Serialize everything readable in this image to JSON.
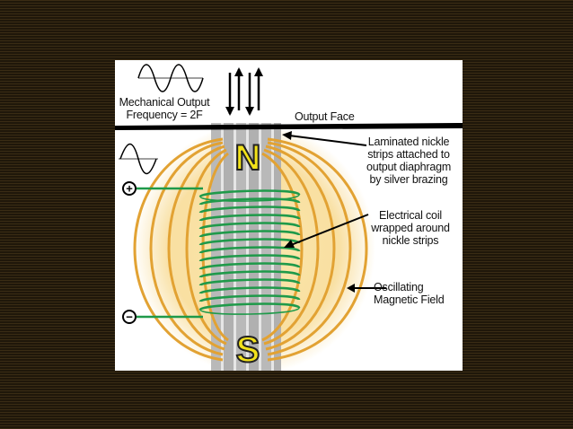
{
  "labels": {
    "mechanical_output": "Mechanical Output\nFrequency = 2F",
    "output_face": "Output Face",
    "laminated": "Laminated nickle\nstrips attached to\noutput diaphragm\nby silver brazing",
    "coil": "Electrical coil\nwrapped around\nnickle strips",
    "field": "Oscillating\nMagnetic Field"
  },
  "poles": {
    "north": "N",
    "south": "S"
  },
  "terminals": {
    "positive": "+",
    "negative": "−"
  },
  "colors": {
    "field_line": "#e0a030",
    "field_glow": "#f5d070",
    "coil": "#1f9a4a",
    "pole_letter": "#f2e21a",
    "nickel_strip": "#b8b8b8",
    "face_bar": "#000000"
  },
  "icons": [
    "sine-wave-icon",
    "double-sine-wave-icon",
    "arrow-icon"
  ]
}
